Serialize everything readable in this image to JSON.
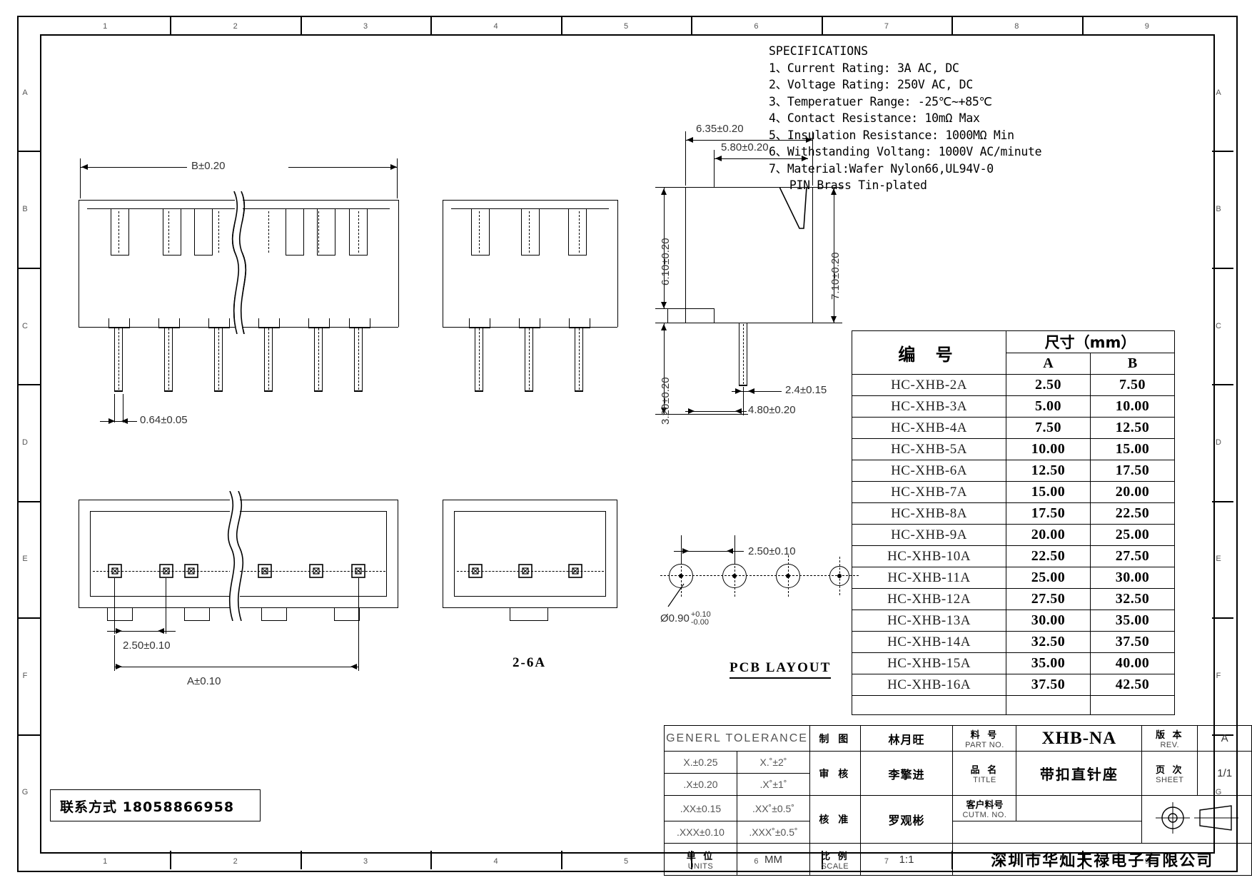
{
  "sheet": {
    "zone_letters": [
      "A",
      "B",
      "C",
      "D",
      "E",
      "F",
      "G"
    ],
    "zone_numbers": [
      "1",
      "2",
      "3",
      "4",
      "5",
      "6",
      "7",
      "8",
      "9"
    ]
  },
  "specifications": {
    "heading": "SPECIFICATIONS",
    "lines": [
      "1、Current Rating: 3A AC, DC",
      "2、Voltage Rating: 250V AC, DC",
      "3、Temperatuer Range: -25℃~+85℃",
      "4、Contact Resistance: 10mΩ Max",
      "5、Insulation Resistance: 1000MΩ Min",
      "6、Withstanding Voltang: 1000V AC/minute",
      "7、Material:Wafer Nylon66,UL94V-0",
      "   PIN Brass Tin-plated"
    ]
  },
  "dimensions": {
    "top_view_B": "B±0.20",
    "pin_width": "0.64±0.05",
    "side_6_35": "6.35±0.20",
    "side_5_80": "5.80±0.20",
    "side_6_10": "6.10±0.20",
    "side_7_10": "7.10±0.20",
    "side_3_20": "3.20±0.20",
    "side_4_80": "4.80±0.20",
    "side_2_4": "2.4±0.15",
    "front_pitch": "2.50±0.10",
    "front_A": "A±0.10",
    "pcb_pitch": "2.50±0.10",
    "pcb_hole": "Ø0.90",
    "pcb_hole_tol_up": "+0.10",
    "pcb_hole_tol_dn": "-0.00"
  },
  "view_labels": {
    "pcb_layout": "PCB LAYOUT",
    "small_view": "2-6A"
  },
  "table": {
    "header_part": "编  号",
    "header_dim": "尺寸（mm）",
    "col_a": "A",
    "col_b": "B",
    "rows": [
      {
        "part": "HC-XHB-2A",
        "a": "2.50",
        "b": "7.50"
      },
      {
        "part": "HC-XHB-3A",
        "a": "5.00",
        "b": "10.00"
      },
      {
        "part": "HC-XHB-4A",
        "a": "7.50",
        "b": "12.50"
      },
      {
        "part": "HC-XHB-5A",
        "a": "10.00",
        "b": "15.00"
      },
      {
        "part": "HC-XHB-6A",
        "a": "12.50",
        "b": "17.50"
      },
      {
        "part": "HC-XHB-7A",
        "a": "15.00",
        "b": "20.00"
      },
      {
        "part": "HC-XHB-8A",
        "a": "17.50",
        "b": "22.50"
      },
      {
        "part": "HC-XHB-9A",
        "a": "20.00",
        "b": "25.00"
      },
      {
        "part": "HC-XHB-10A",
        "a": "22.50",
        "b": "27.50"
      },
      {
        "part": "HC-XHB-11A",
        "a": "25.00",
        "b": "30.00"
      },
      {
        "part": "HC-XHB-12A",
        "a": "27.50",
        "b": "32.50"
      },
      {
        "part": "HC-XHB-13A",
        "a": "30.00",
        "b": "35.00"
      },
      {
        "part": "HC-XHB-14A",
        "a": "32.50",
        "b": "37.50"
      },
      {
        "part": "HC-XHB-15A",
        "a": "35.00",
        "b": "40.00"
      },
      {
        "part": "HC-XHB-16A",
        "a": "37.50",
        "b": "42.50"
      }
    ]
  },
  "title_block": {
    "tolerance_header": "GENERL TOLERANCE",
    "tolerance_rows": [
      {
        "linear": "X.±0.25",
        "angular": "X.˚±2˚"
      },
      {
        "linear": ".X±0.20",
        "angular": ".X˚±1˚"
      },
      {
        "linear": ".XX±0.15",
        "angular": ".XX˚±0.5˚"
      },
      {
        "linear": ".XXX±0.10",
        "angular": ".XXX˚±0.5˚"
      }
    ],
    "roles": [
      {
        "cn": "制 图",
        "name": "林月旺"
      },
      {
        "cn": "审 核",
        "name": "李擎进"
      },
      {
        "cn": "核 准",
        "name": "罗观彬"
      }
    ],
    "units_cn": "单 位",
    "units_en": "UNITS",
    "units_value": "MM",
    "scale_cn": "比 例",
    "scale_en": "SCALE",
    "scale_value": "1:1",
    "part_no_cn": "料 号",
    "part_no_en": "PART NO.",
    "part_no_value": "XHB-NA",
    "title_cn": "品 名",
    "title_en": "TITLE",
    "title_value": "带扣直针座",
    "cust_no_cn": "客户料号",
    "cust_no_en": "CUTM. NO.",
    "cust_no_value": "",
    "rev_cn": "版 本",
    "rev_en": "REV.",
    "rev_value": "A",
    "sheet_cn": "页 次",
    "sheet_en": "SHEET",
    "sheet_value": "1/1",
    "company": "深圳市华灿天禄电子有限公司"
  },
  "contact": {
    "text": "联系方式 18058866958"
  }
}
